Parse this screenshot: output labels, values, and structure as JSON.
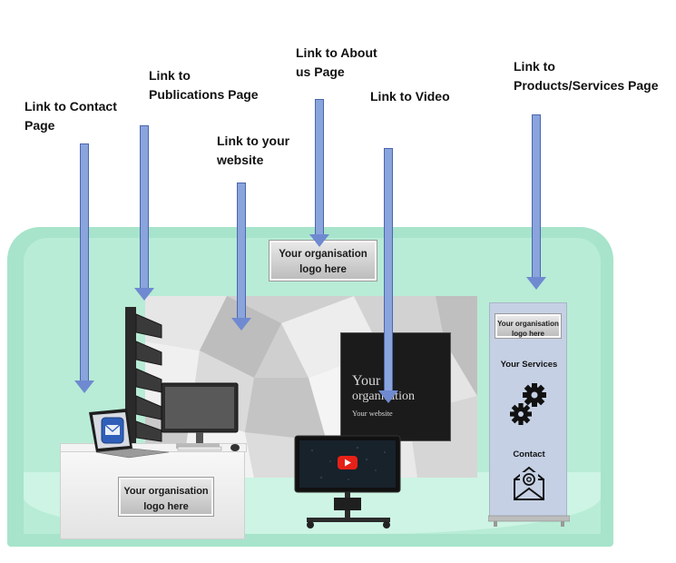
{
  "callouts": {
    "contact": [
      "Link to Contact",
      "Page"
    ],
    "publications": [
      "Link to",
      "Publications Page"
    ],
    "website": [
      "Link to your",
      "website"
    ],
    "about": [
      "Link to About",
      "us Page"
    ],
    "video": [
      "Link to Video"
    ],
    "products": [
      "Link to",
      "Products/Services Page"
    ]
  },
  "logo_plates": {
    "top": [
      "Your organisation",
      "logo here"
    ],
    "desk": [
      "Your organisation",
      "logo here"
    ],
    "banner": [
      "Your organisation",
      "logo here"
    ]
  },
  "video_screen": {
    "line1": "Your",
    "line2": "organisation",
    "line3": "Your website"
  },
  "banner": {
    "services": "Your Services",
    "contact": "Contact"
  },
  "colors": {
    "arrow_fill": "#8aa4dc",
    "arrow_stroke": "#4b67ad",
    "booth": "#a7e4cb",
    "youtube_red": "#e62117"
  },
  "icons": [
    "gear-icon",
    "envelope-at-icon",
    "mail-icon",
    "youtube-play-icon"
  ]
}
